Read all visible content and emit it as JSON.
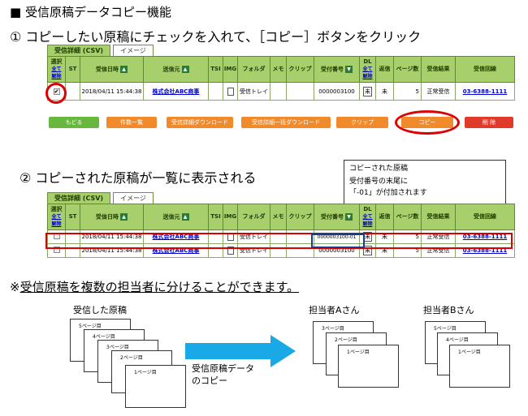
{
  "headings": {
    "title": "■ 受信原稿データコピー機能",
    "step1": "① コピーしたい原稿にチェックを入れて、［コピー］ボタンをクリック",
    "step2": "② コピーされた原稿が一覧に表示される",
    "note_prefix": "※",
    "note": "受信原稿を複数の担当者に分けることができます。"
  },
  "tabs": {
    "csv": "受信詳細 (CSV)",
    "image": "イメージ"
  },
  "columns": {
    "select": "選択",
    "select_all": "全て",
    "select_clear": "解除",
    "st": "ST",
    "datetime": "受信日時",
    "sender": "送信元",
    "tsi": "TSI",
    "img": "IMG",
    "folder": "フォルダ",
    "memo": "メモ",
    "clip": "クリップ",
    "receipt_no": "受付番号",
    "dl": "DL",
    "dl_all": "全て",
    "dl_clear": "解除",
    "reply": "返信",
    "pages": "ページ数",
    "result": "受信結果",
    "line": "受信回線"
  },
  "table1": {
    "rows": [
      {
        "check": "✔",
        "datetime": "2018/04/11 15:44:38",
        "sender": "株式会社ABC商事",
        "folder": "受信トレイ",
        "receipt_no": "0000003100",
        "dl": "未",
        "reply": "未",
        "pages": "5",
        "result": "正常受信",
        "line": "03-6388-1111"
      }
    ]
  },
  "table2": {
    "rows": [
      {
        "check": "",
        "datetime": "2018/04/11 15:44:38",
        "sender": "株式会社ABC商事",
        "folder": "受信トレイ",
        "receipt_no": "0000003100-01",
        "dl": "未",
        "reply": "未",
        "pages": "5",
        "result": "正常受信",
        "line": "03-6388-1111"
      },
      {
        "check": "",
        "datetime": "2018/04/11 15:44:38",
        "sender": "株式会社ABC商事",
        "folder": "受信トレイ",
        "receipt_no": "0000003100",
        "dl": "未",
        "reply": "未",
        "pages": "5",
        "result": "正常受信",
        "line": "03-6388-1111"
      }
    ]
  },
  "buttons": {
    "back": "もどる",
    "list": "件数一覧",
    "detail_download": "受信詳細ダウンロード",
    "bulk_download": "受信詳細一括ダウンロード",
    "clip": "クリップ",
    "copy": "コピー",
    "delete": "削 除"
  },
  "callout": {
    "line1": "コピーされた原稿",
    "line2": "受付番号の末尾に",
    "line3": "「-01」が付加されます"
  },
  "illustration": {
    "received": "受信した原稿",
    "person_a": "担当者Aさん",
    "person_b": "担当者Bさん",
    "arrow_label1": "受信原稿データ",
    "arrow_label2": "のコピー",
    "pages_all": [
      "5ページ目",
      "4ページ目",
      "3ページ目",
      "2ページ目",
      "1ページ目"
    ],
    "pages_a": [
      "3ページ目",
      "2ページ目",
      "1ページ目"
    ],
    "pages_b": [
      "5ページ目",
      "4ページ目",
      "1ページ目"
    ]
  },
  "colors": {
    "header_green": "#a7cf6b",
    "button_orange": "#f08a2a",
    "highlight_red": "#dd0000",
    "arrow_blue": "#19a9e6"
  }
}
